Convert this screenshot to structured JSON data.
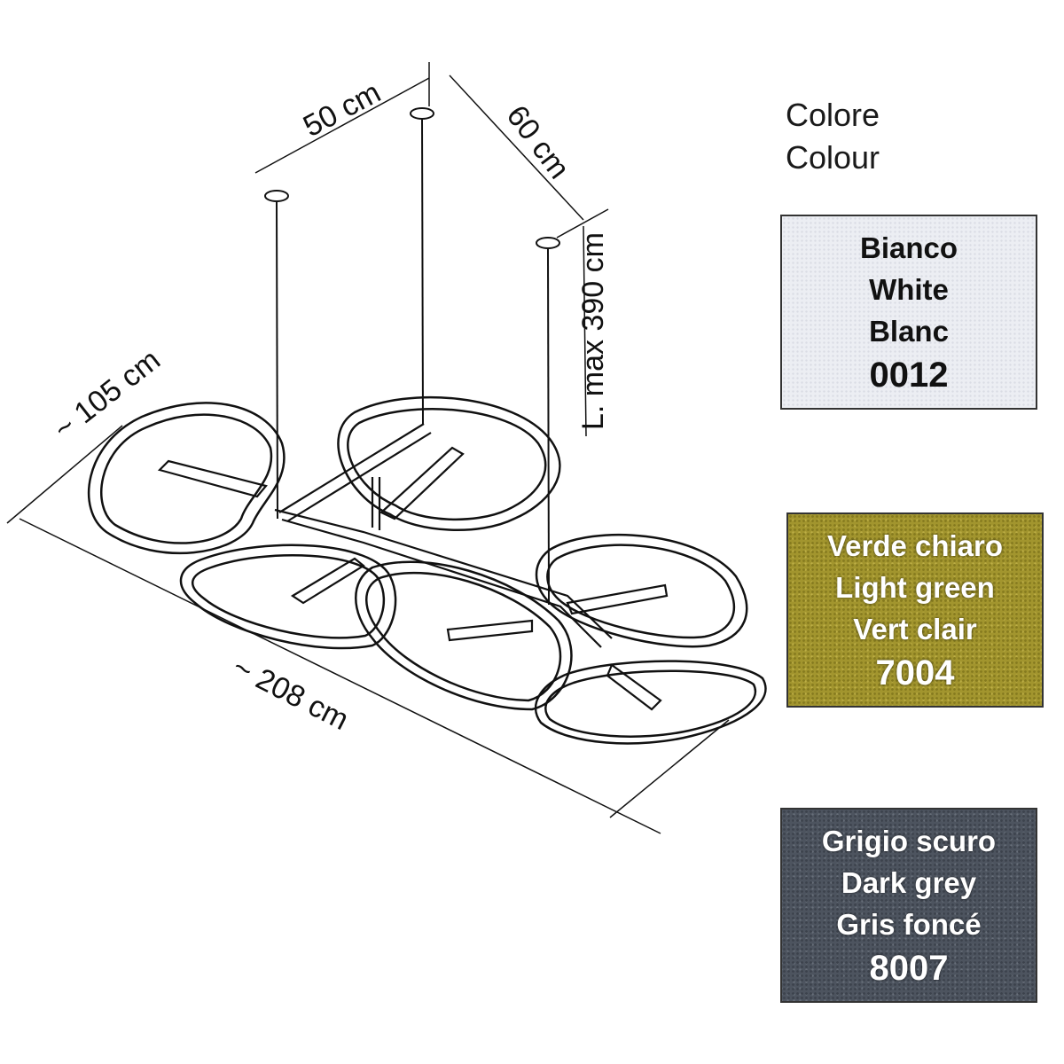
{
  "dimensions": {
    "spacing_a": "50 cm",
    "spacing_b": "60 cm",
    "max_length": "L. max 390 cm",
    "depth": "~ 105 cm",
    "width": "~ 208 cm"
  },
  "heading": {
    "it": "Colore",
    "en": "Colour"
  },
  "swatches": [
    {
      "it": "Bianco",
      "en": "White",
      "fr": "Blanc",
      "code": "0012",
      "color": "#eceef3"
    },
    {
      "it": "Verde chiaro",
      "en": "Light green",
      "fr": "Vert clair",
      "code": "7004",
      "color": "#a2952e"
    },
    {
      "it": "Grigio scuro",
      "en": "Dark grey",
      "fr": "Gris foncé",
      "code": "8007",
      "color": "#4d545f"
    }
  ]
}
